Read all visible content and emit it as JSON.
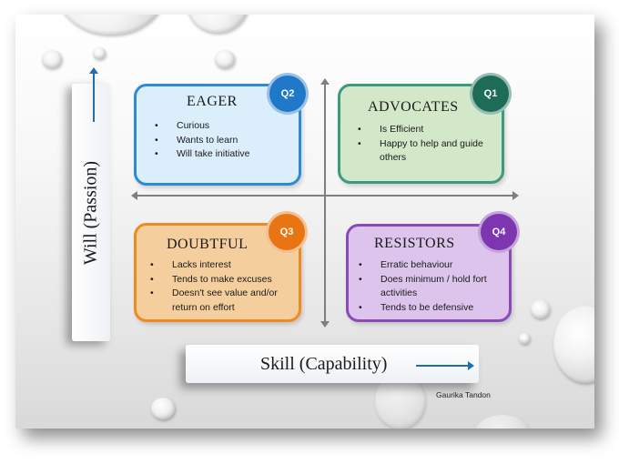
{
  "diagram": {
    "title": "Skill / Will Matrix",
    "y_axis_label": "Will (Passion)",
    "x_axis_label": "Skill (Capability)",
    "author": "Gaurika Tandon",
    "quadrants": [
      {
        "id": "Q1",
        "badge": "Q1",
        "title": "ADVOCATES",
        "position": "top-right",
        "color": "#1e6b58",
        "fill": "#d2e8c8",
        "items": [
          "Is Efficient",
          "Happy to help and guide others"
        ]
      },
      {
        "id": "Q2",
        "badge": "Q2",
        "title": "EAGER",
        "position": "top-left",
        "color": "#1f78c8",
        "fill": "#dbeefc",
        "items": [
          "Curious",
          "Wants to learn",
          "Will take initiative"
        ]
      },
      {
        "id": "Q3",
        "badge": "Q3",
        "title": "DOUBTFUL",
        "position": "bottom-left",
        "color": "#e87511",
        "fill": "#f5ce9e",
        "items": [
          "Lacks interest",
          "Tends to make excuses",
          "Doesn't see value and/or return on effort"
        ]
      },
      {
        "id": "Q4",
        "badge": "Q4",
        "title": "RESISTORS",
        "position": "bottom-right",
        "color": "#7d35b0",
        "fill": "#dcc4ec",
        "items": [
          "Erratic behaviour",
          "Does minimum / hold fort activities",
          "Tends to be defensive"
        ]
      }
    ]
  }
}
